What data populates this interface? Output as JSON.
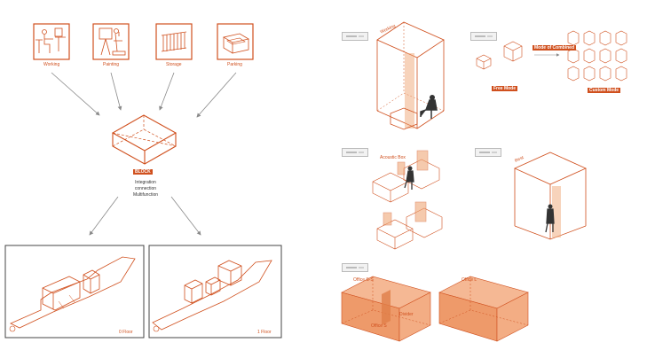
{
  "colors": {
    "accent": "#d0501e",
    "fill": "#f0a878",
    "arrow": "#8a8a8a",
    "frame": "#444444"
  },
  "activities": [
    {
      "label": "Working",
      "icon": "working-icon"
    },
    {
      "label": "Painting",
      "icon": "painting-icon"
    },
    {
      "label": "Storage",
      "icon": "storage-icon"
    },
    {
      "label": "Parking",
      "icon": "parking-icon"
    }
  ],
  "block": {
    "tag": "BLOCK",
    "lines": [
      "Integration",
      "connection",
      "Multifunction"
    ]
  },
  "floors": {
    "ground": "0 Floor",
    "first": "1 Floor"
  },
  "right": {
    "tower_label": "Working",
    "modules": {
      "free_mode_tag": "Free Mode",
      "combined_tag": "Mode of Combined",
      "custom_mode_tag": "Custom Mode"
    },
    "acoustic_label": "Acoustic Box",
    "rest_label": "Rest",
    "office": {
      "office_s_label": "Office S-S",
      "office_l_label": "Office L",
      "office_s_small": "Office S",
      "divider": "Divider"
    }
  }
}
